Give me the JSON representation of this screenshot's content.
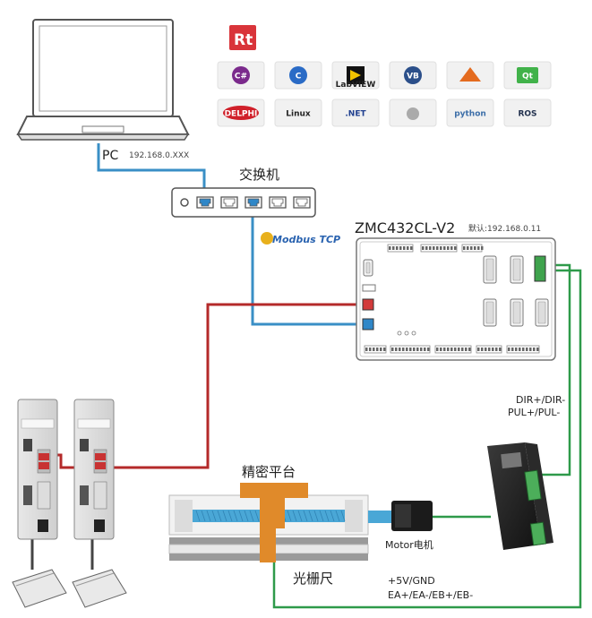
{
  "pc": {
    "label": "PC",
    "ip": "192.168.0.XXX"
  },
  "switch": {
    "label": "交换机"
  },
  "protocol": {
    "label": "Modbus TCP"
  },
  "controller": {
    "model": "ZMC432CL-V2",
    "default_ip": "默认:192.168.0.11"
  },
  "stepper": {
    "signals": [
      "DIR+/DIR-",
      "PUL+/PUL-"
    ]
  },
  "platform": {
    "label": "精密平台"
  },
  "motor": {
    "label": "Motor电机"
  },
  "scale": {
    "label": "光栅尺",
    "signals": [
      "+5V/GND",
      "EA+/EA-/EB+/EB-"
    ]
  },
  "software": {
    "rt": "Rt",
    "logos": [
      {
        "name": "csharp",
        "text": "C#",
        "color": "#7b2a8c"
      },
      {
        "name": "cpp",
        "text": "C",
        "color": "#2a6bc6"
      },
      {
        "name": "labview",
        "text": "LabVIEW",
        "color": "#222222"
      },
      {
        "name": "vb",
        "text": "VB",
        "color": "#2b4f8a"
      },
      {
        "name": "matlab",
        "text": "",
        "color": "#e46b1f"
      },
      {
        "name": "qt",
        "text": "Qt",
        "color": "#41b24a"
      },
      {
        "name": "delphi",
        "text": "DELPHI",
        "color": "#d0202a"
      },
      {
        "name": "linux",
        "text": "Linux",
        "color": "#222222"
      },
      {
        "name": "dotnet",
        "text": ".NET",
        "color": "#1f3f8f"
      },
      {
        "name": "apple",
        "text": "",
        "color": "#aaaaaa"
      },
      {
        "name": "python",
        "text": "python",
        "color": "#3c6ea8"
      },
      {
        "name": "ros",
        "text": "ROS",
        "color": "#22314e"
      }
    ]
  },
  "colors": {
    "ethernet_blue": "#3a8fc6",
    "ethercat_red": "#b42a2a",
    "signal_green": "#2e9a4a",
    "platform_orange": "#e08a2a"
  }
}
